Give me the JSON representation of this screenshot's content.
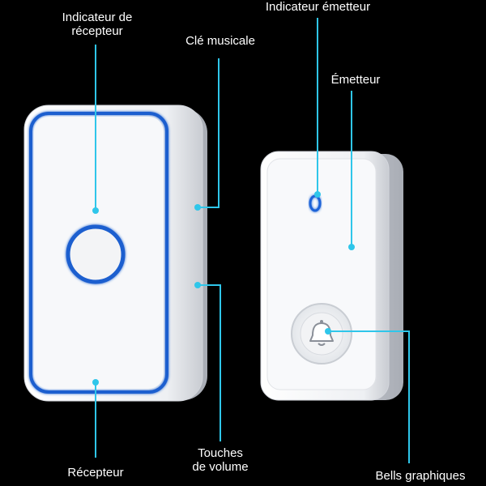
{
  "colors": {
    "background": "#000000",
    "callout": "#2fc6ea",
    "device_body": "#f4f5f7",
    "receiver_ring": "#1f5fcf"
  },
  "labels": {
    "receiver_indicator": [
      "Indicateur de",
      "récepteur"
    ],
    "musical_key": "Clé musicale",
    "transmitter_indicator": "Indicateur émetteur",
    "transmitter": "Émetteur",
    "volume_keys": [
      "Touches",
      "de volume"
    ],
    "receiver": "Récepteur",
    "bell_graphics": "Bells graphiques"
  },
  "icons": {
    "button_icon": "bell-icon"
  }
}
